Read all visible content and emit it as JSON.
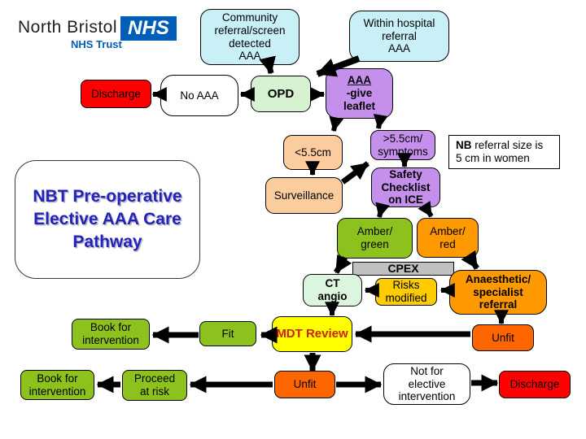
{
  "logo": {
    "name": "North Bristol",
    "nhs": "NHS",
    "trust": "NHS Trust"
  },
  "title": {
    "label": "NBT Pre-operative\nElective AAA Care\nPathway"
  },
  "note": {
    "bold": "NB",
    "rest": " referral size is\n5 cm in women"
  },
  "nodes": {
    "community": {
      "label": "Community\nreferral/screen\ndetected\nAAA"
    },
    "within_hospital": {
      "label": "Within hospital\nreferral\nAAA"
    },
    "discharge_top": {
      "label": "Discharge"
    },
    "no_aaa": {
      "label": "No AAA"
    },
    "opd": {
      "label": "OPD"
    },
    "aaa_leaflet": {
      "title": "AAA",
      "rest": "-give\nleaflet"
    },
    "under_55": {
      "label": "<5.5cm"
    },
    "over_55": {
      "label": ">5.5cm/\nsymptoms"
    },
    "surveillance": {
      "label": "Surveillance"
    },
    "safety_checklist": {
      "label": "Safety\nChecklist\non ICE"
    },
    "amber_green": {
      "label": "Amber/\ngreen"
    },
    "amber_red": {
      "label": "Amber/\nred"
    },
    "cpex": {
      "label": "CPEX"
    },
    "ct_angio": {
      "label": "CT\nangio"
    },
    "risks_modified": {
      "label": "Risks\nmodified"
    },
    "anaesthetic": {
      "label": "Anaesthetic/\nspecialist\nreferral"
    },
    "book_top": {
      "label": "Book for\nintervention"
    },
    "fit": {
      "label": "Fit"
    },
    "mdt_review": {
      "label": "MDT Review"
    },
    "unfit_right": {
      "label": "Unfit"
    },
    "book_bottom": {
      "label": "Book for\nintervention"
    },
    "proceed_at_risk": {
      "label": "Proceed\nat risk"
    },
    "unfit_bottom": {
      "label": "Unfit"
    },
    "not_for_elective": {
      "label": "Not for\nelective\nintervention"
    },
    "discharge_bottom": {
      "label": "Discharge"
    }
  },
  "colors": {
    "nhs_blue": "#005eb8",
    "title_blue": "#2323bb",
    "box_cyan": "#c9eff7",
    "box_purple": "#c490ec",
    "box_peach": "#fbcd9e",
    "box_ltgreen": "#d6f2d0",
    "box_green": "#8dc21e",
    "box_orange": "#ff9900",
    "box_dkorange": "#ff6600",
    "box_gold": "#ffcc00",
    "box_yellow": "#ffff00",
    "box_red": "#ff0000",
    "cpex_gray": "#c0c0c0",
    "mdt_text": "#cc2200"
  },
  "connections": [
    [
      330,
      77,
      333,
      90,
      7
    ],
    [
      441,
      72,
      390,
      91,
      8
    ],
    [
      310,
      116,
      296,
      116,
      6
    ],
    [
      201,
      116,
      188,
      116,
      6
    ],
    [
      381,
      116,
      398,
      116,
      6
    ],
    [
      413,
      146,
      410,
      161,
      6
    ],
    [
      467,
      146,
      465,
      158,
      6
    ],
    [
      384,
      207,
      384,
      215,
      6
    ],
    [
      421,
      224,
      452,
      201,
      7
    ],
    [
      497,
      197,
      497,
      205,
      6
    ],
    [
      469,
      255,
      466,
      267,
      6
    ],
    [
      523,
      255,
      530,
      266,
      6
    ],
    [
      424,
      317,
      413,
      335,
      7
    ],
    [
      577,
      316,
      586,
      330,
      7
    ],
    [
      550,
      357,
      542,
      357,
      6
    ],
    [
      459,
      357,
      449,
      357,
      6
    ],
    [
      408,
      377,
      408,
      388,
      6
    ],
    [
      332,
      412,
      321,
      412,
      7
    ],
    [
      244,
      412,
      188,
      412,
      7
    ],
    [
      578,
      411,
      437,
      411,
      7
    ],
    [
      616,
      388,
      616,
      398,
      6
    ],
    [
      384,
      434,
      384,
      456,
      7
    ],
    [
      335,
      473,
      234,
      473,
      7
    ],
    [
      148,
      473,
      120,
      473,
      7
    ],
    [
      413,
      473,
      468,
      473,
      7
    ],
    [
      579,
      471,
      611,
      471,
      7
    ]
  ]
}
